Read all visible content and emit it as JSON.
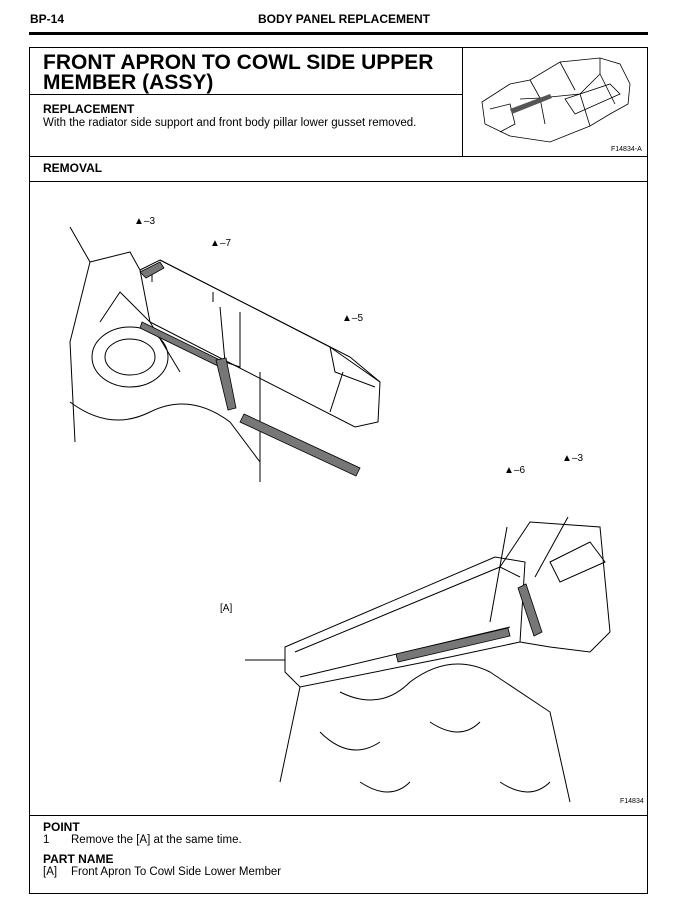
{
  "header": {
    "page_code": "BP-14",
    "section_title": "BODY PANEL REPLACEMENT"
  },
  "title": "FRONT APRON TO COWL SIDE UPPER MEMBER (ASSY)",
  "replacement": {
    "heading": "REPLACEMENT",
    "text": "With the radiator side support and front body pillar lower gusset removed."
  },
  "thumbnail": {
    "figure_code": "F14834-A"
  },
  "removal": {
    "heading": "REMOVAL",
    "figure_code": "F14834"
  },
  "callouts": [
    {
      "symbol": "weld-warning-icon",
      "label": "–3"
    },
    {
      "symbol": "weld-warning-icon",
      "label": "–7"
    },
    {
      "symbol": "weld-warning-icon",
      "label": "–5"
    },
    {
      "symbol": "spot-weld-icon",
      "label": "–6"
    },
    {
      "symbol": "spot-weld-icon",
      "label": "–3"
    }
  ],
  "part_label": "[A]",
  "point": {
    "heading": "POINT",
    "items": [
      {
        "num": "1",
        "text": "Remove the [A] at the same time."
      }
    ]
  },
  "part_name": {
    "heading": "PART NAME",
    "items": [
      {
        "key": "[A]",
        "text": "Front Apron To Cowl Side Lower Member"
      }
    ]
  }
}
